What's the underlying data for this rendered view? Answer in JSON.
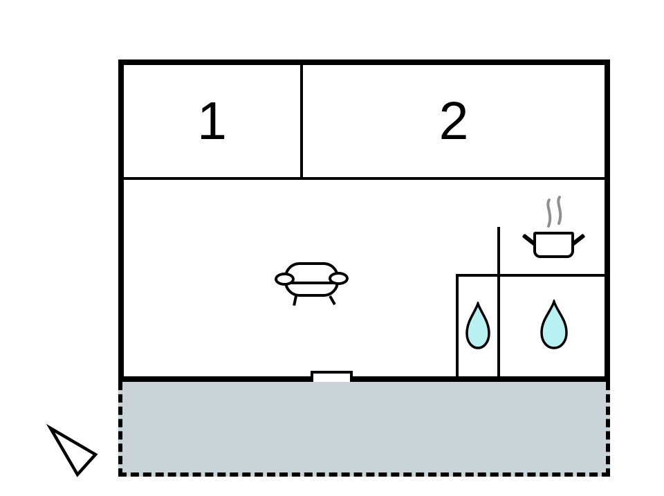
{
  "floor_plan": {
    "rooms": [
      {
        "id": "room-1",
        "label": "1"
      },
      {
        "id": "room-2",
        "label": "2"
      }
    ],
    "icons": {
      "living_area": "sofa-icon",
      "kitchen": "cooking-pot-steam-icon",
      "bath_left": "water-drop-icon",
      "bath_right": "water-drop-icon",
      "entrance": "door-marker",
      "orientation": "north-arrow-icon"
    },
    "colors": {
      "walls": "#000000",
      "background": "#ffffff",
      "water_drop_fill": "#b9f1f3",
      "terrace_fill": "#c9d3d8",
      "steam_stroke": "#8f8f8f"
    }
  }
}
